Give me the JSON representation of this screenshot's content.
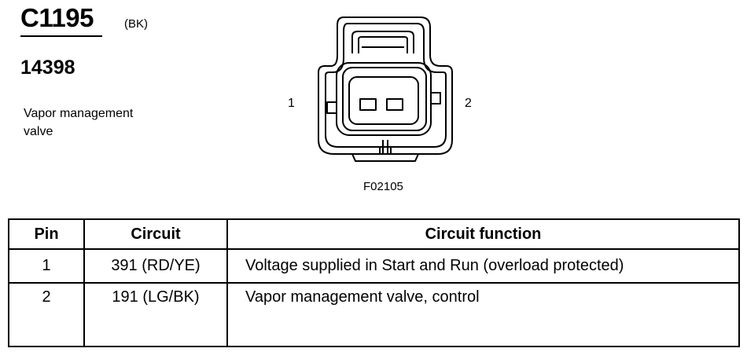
{
  "connector": {
    "id": "C1195",
    "color": "(BK)",
    "part_number": "14398",
    "component_name": "Vapor management\nvalve",
    "figure_code": "F02105",
    "pin_labels": [
      "1",
      "2"
    ]
  },
  "table": {
    "headers": {
      "pin": "Pin",
      "circuit": "Circuit",
      "function": "Circuit function"
    },
    "rows": [
      {
        "pin": "1",
        "circuit": "391 (RD/YE)",
        "function": "Voltage supplied in Start and Run (overload protected)"
      },
      {
        "pin": "2",
        "circuit": "191 (LG/BK)",
        "function": "Vapor management valve, control"
      }
    ]
  }
}
